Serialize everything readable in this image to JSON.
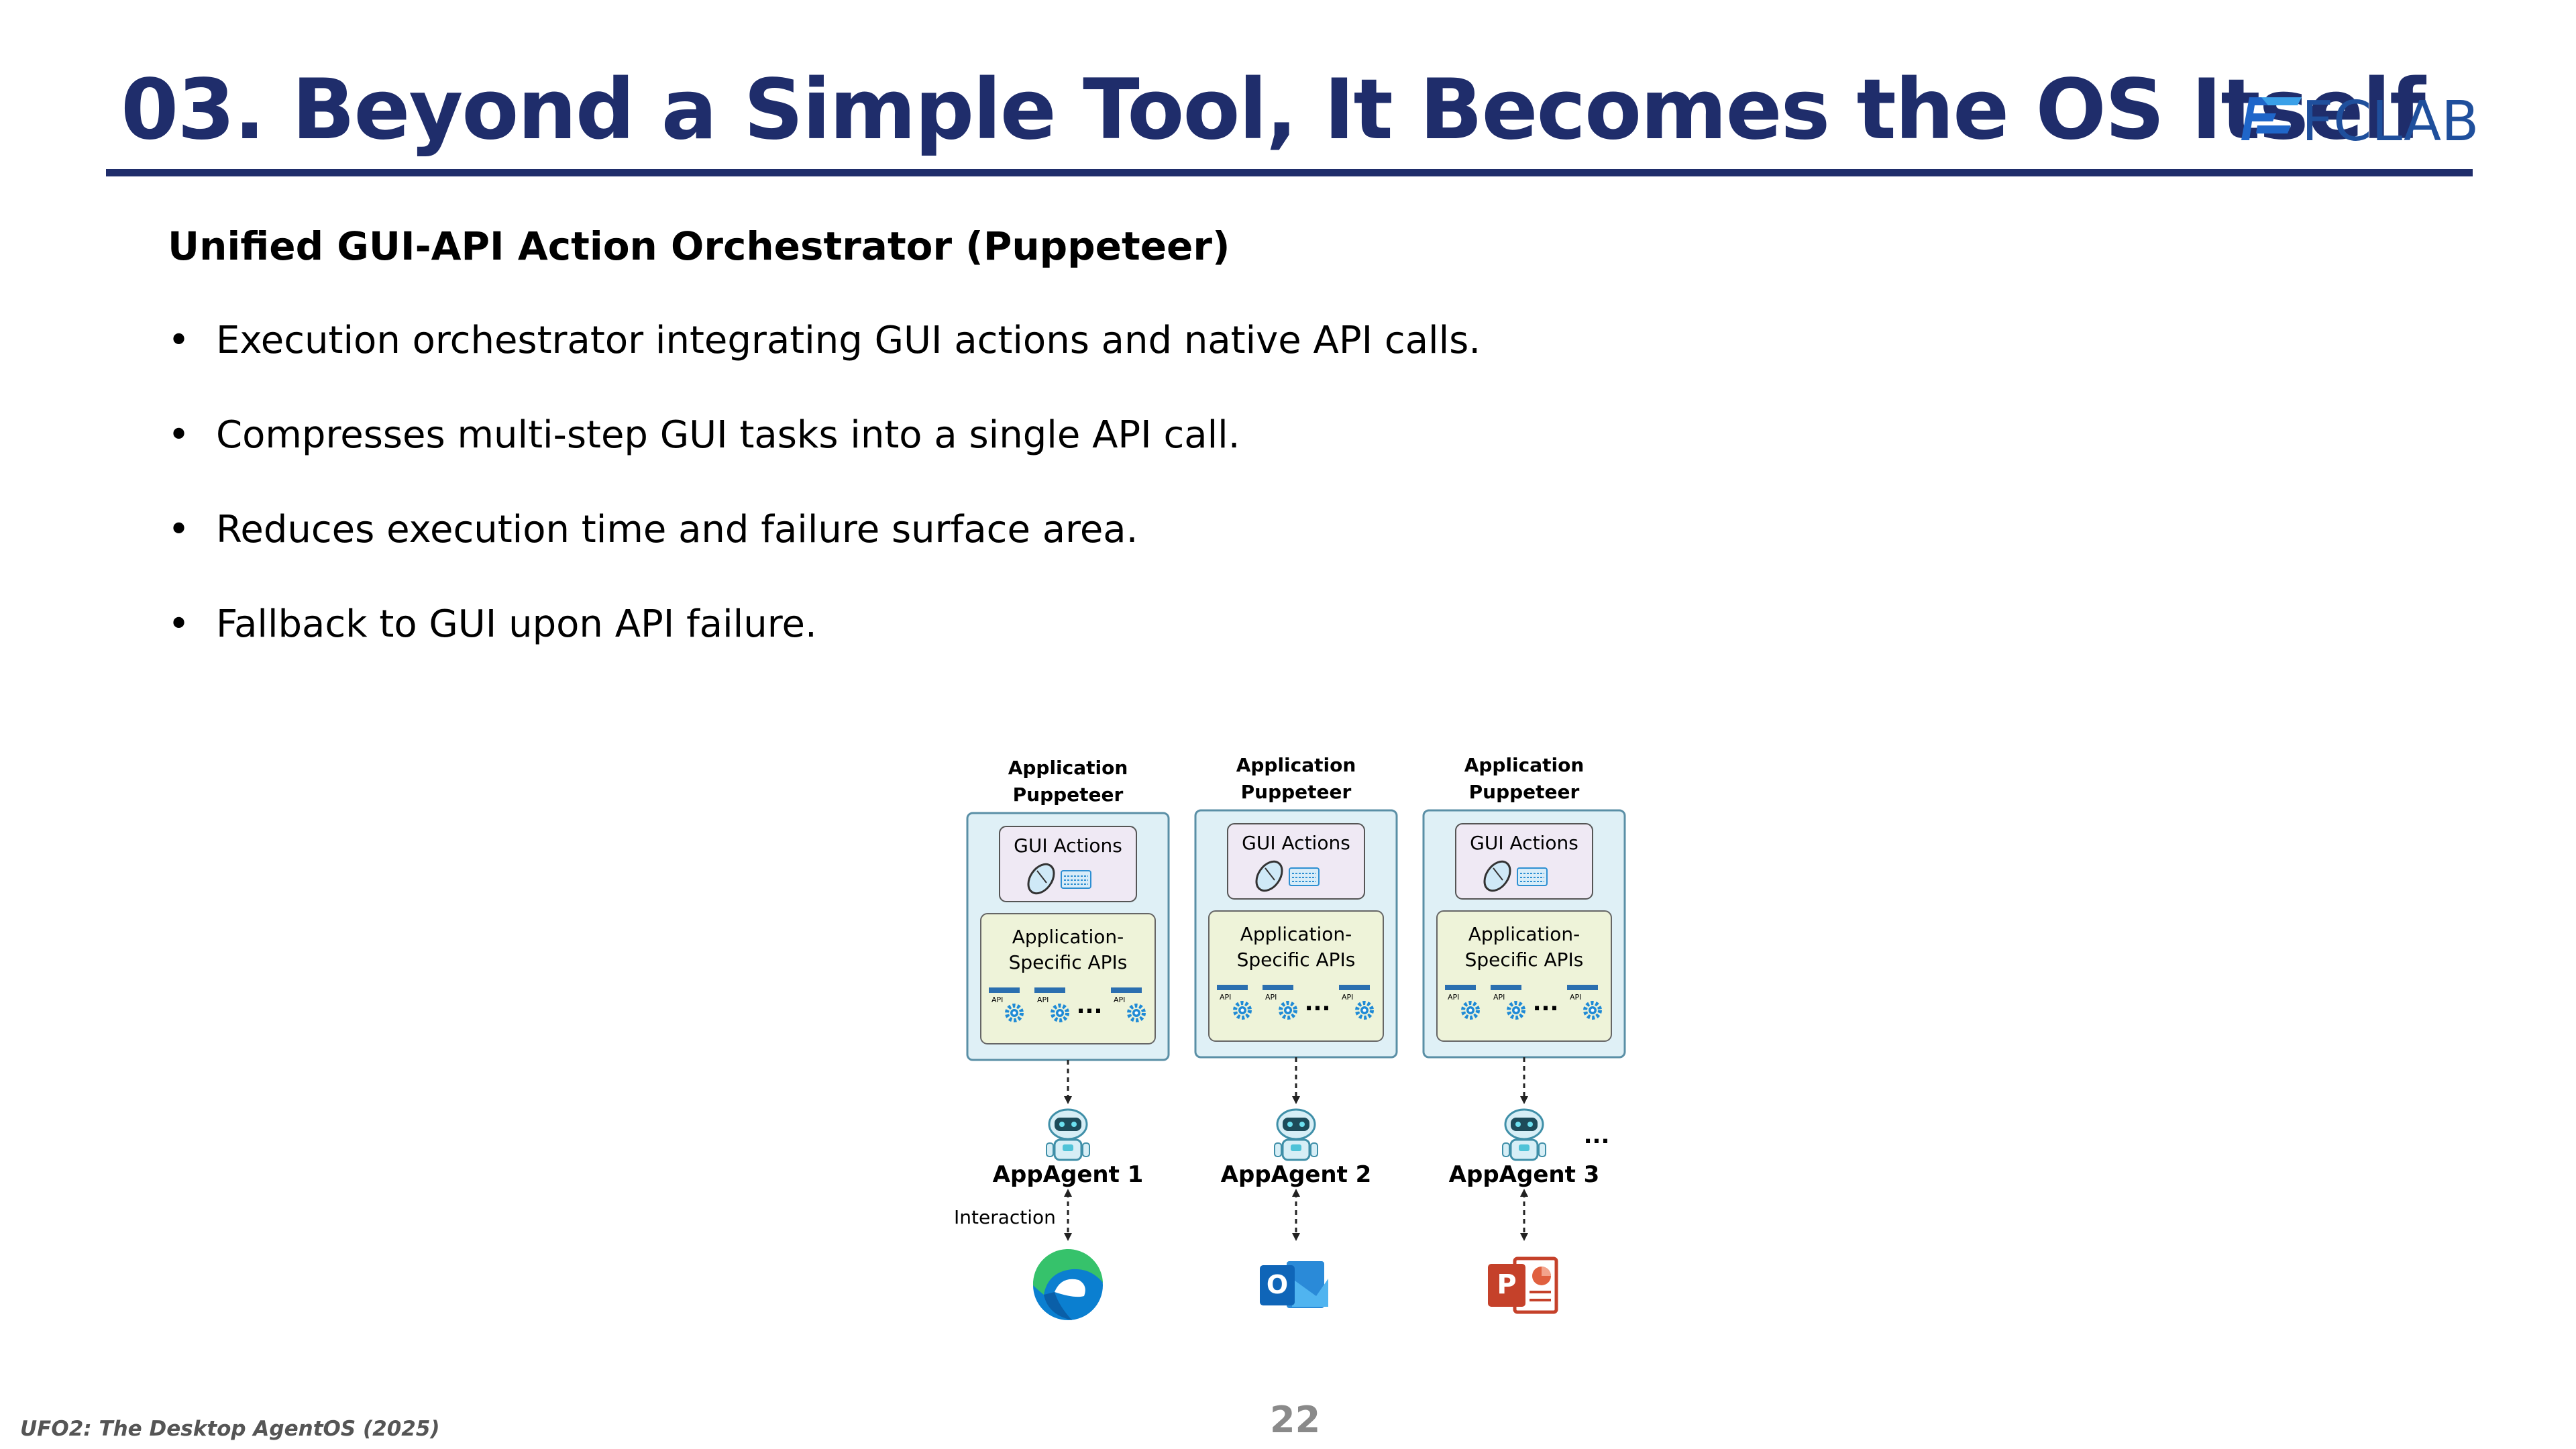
{
  "slide": {
    "title": "03. Beyond a Simple Tool, It Becomes the OS Itself",
    "logo_text": "FCLAB",
    "subtitle": "Unified GUI-API Action Orchestrator (Puppeteer)",
    "bullets": [
      "Execution orchestrator integrating GUI actions and native API calls.",
      "Compresses multi-step GUI tasks into a single API call.",
      "Reduces execution time and failure surface area.",
      "Fallback to GUI upon API failure."
    ],
    "footer_source": "UFO2: The Desktop AgentOS (2025)",
    "page_number": "22"
  },
  "diagram": {
    "puppeteer_label_line1": "Application",
    "puppeteer_label_line2": "Puppeteer",
    "gui_actions_label": "GUI Actions",
    "api_label_line1": "Application-",
    "api_label_line2": "Specific APIs",
    "api_tag": "API",
    "ellipsis": "...",
    "interaction_label": "Interaction",
    "agents": [
      {
        "name": "AppAgent 1",
        "app_icon": "edge-browser-icon"
      },
      {
        "name": "AppAgent 2",
        "app_icon": "outlook-icon",
        "app_letter": "O"
      },
      {
        "name": "AppAgent 3",
        "app_icon": "powerpoint-icon",
        "app_letter": "P"
      }
    ],
    "colors": {
      "puppeteer_fill": "#dff0f6",
      "puppeteer_stroke": "#5a8fa6",
      "gui_fill": "#efe9f4",
      "api_fill": "#eef3d9",
      "title_blue": "#1f2d6b"
    }
  }
}
